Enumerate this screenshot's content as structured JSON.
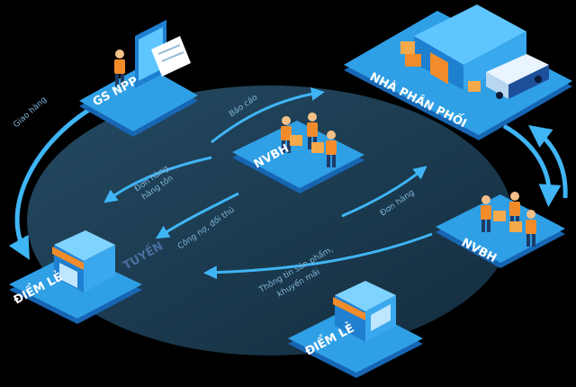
{
  "colors": {
    "background": "#000000",
    "ellipse": "#1b3a4f",
    "platform_top": "#2f9fe6",
    "platform_side": "#1766b3",
    "arrow": "#3fb5f5",
    "label": "#7fb6d8",
    "title": "#ffffff",
    "tuyen": "#4a6fa0",
    "worker_vest": "#f28c2a"
  },
  "nodes": {
    "gs_npp": "GS NPP",
    "nha_phan_phoi": "NHÀ PHÂN PHỐI",
    "nvbh_center": "NVBH",
    "nvbh_right": "NVBH",
    "diem_le_left": "ĐIỂM LẺ",
    "diem_le_bottom": "ĐIỂM LẺ"
  },
  "center_label": "TUYẾN",
  "flows": {
    "giao_hang": "Giao hàng",
    "bao_cao": "Báo cáo",
    "don_hang_hang_ton_1": "Đơn hàng,",
    "don_hang_hang_ton_2": "hàng tồn",
    "cong_no_doi_thu": "Công nợ, đối thủ",
    "don_hang": "Đơn hàng",
    "thong_tin_1": "Thông tin sản phẩm,",
    "thong_tin_2": "khuyến mãi"
  },
  "icons": [
    "user-worker-icon",
    "tablet-icon",
    "document-icon",
    "warehouse-icon",
    "delivery-truck-icon",
    "box-icon",
    "store-icon",
    "awning-icon"
  ]
}
